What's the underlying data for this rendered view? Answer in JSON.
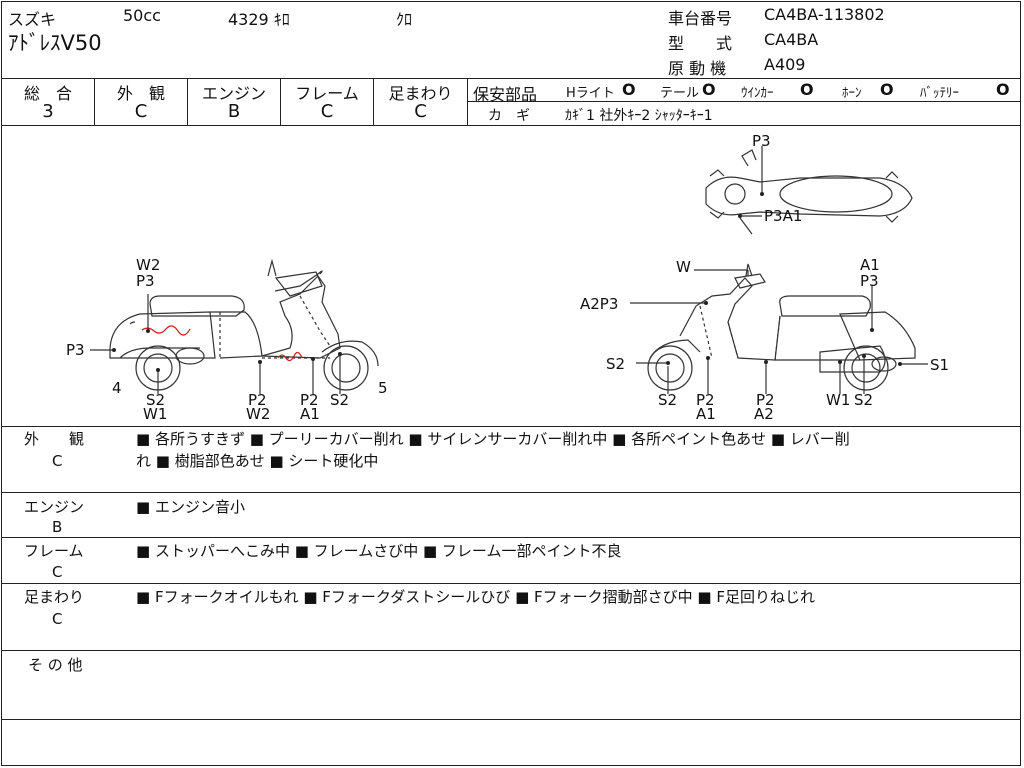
{
  "header": {
    "maker": "スズキ",
    "displacement": "50cc",
    "mileage": "4329 ｷﾛ",
    "color": "ｸﾛ",
    "model_name": "ｱﾄﾞﾚｽV50",
    "frame_no_label": "車台番号",
    "frame_no": "CA4BA-113802",
    "type_label": "型　　式",
    "type": "CA4BA",
    "engine_label": "原 動 機",
    "engine": "A409"
  },
  "grades": [
    {
      "label": "総　合",
      "value": "3"
    },
    {
      "label": "外　観",
      "value": "C"
    },
    {
      "label": "エンジン",
      "value": "B"
    },
    {
      "label": "フレーム",
      "value": "C"
    },
    {
      "label": "足まわり",
      "value": "C"
    }
  ],
  "safety": {
    "title": "保安部品",
    "items": [
      {
        "label": "Hライト",
        "status": "O"
      },
      {
        "label": "テール",
        "status": "O"
      },
      {
        "label": "ｳｲﾝｶｰ",
        "status": "O"
      },
      {
        "label": "ﾎｰﾝ",
        "status": "O"
      },
      {
        "label": "ﾊﾞｯﾃﾘｰ",
        "status": "O"
      }
    ],
    "key_label": "カ　ギ",
    "key_text": "ｶｷﾞ1  社外ｷｰ2  ｼｬｯﾀｰｷｰ1"
  },
  "diagram_labels": {
    "left": {
      "w2_top": "W2",
      "p3_top": "P3",
      "p3_left": "P3",
      "n4": "4",
      "n5": "5",
      "s2_a": "S2",
      "w1": "W1",
      "p2_a": "P2",
      "w2_b": "W2",
      "p2_b": "P2",
      "a1": "A1",
      "s2_b": "S2"
    },
    "right": {
      "w": "W",
      "a1_top": "A1",
      "p3_top": "P3",
      "a2p3": "A2P3",
      "s2_left": "S2",
      "s1": "S1",
      "s2_a": "S2",
      "p2_a": "P2",
      "a1_a": "A1",
      "p2_b": "P2",
      "a2": "A2",
      "w1": "W1",
      "s2_b": "S2"
    },
    "top": {
      "p3": "P3",
      "p3a1": "P3A1"
    }
  },
  "notes": [
    {
      "category": "外　　観",
      "grade": "C",
      "line1": "■ 各所うすきず ■ プーリーカバー削れ ■ サイレンサーカバー削れ中 ■ 各所ペイント色あせ ■ レバー削",
      "line2": "れ ■ 樹脂部色あせ ■ シート硬化中"
    },
    {
      "category": "エンジン",
      "grade": "B",
      "line1": "■ エンジン音小",
      "line2": ""
    },
    {
      "category": "フレーム",
      "grade": "C",
      "line1": "■ ストッパーへこみ中 ■ フレームさび中 ■ フレーム一部ペイント不良",
      "line2": ""
    },
    {
      "category": "足まわり",
      "grade": "C",
      "line1": "■ Fフォークオイルもれ ■ Fフォークダストシールひび ■ Fフォーク摺動部さび中 ■ F足回りねじれ",
      "line2": ""
    },
    {
      "category": "そ の 他",
      "grade": "",
      "line1": "",
      "line2": ""
    }
  ]
}
